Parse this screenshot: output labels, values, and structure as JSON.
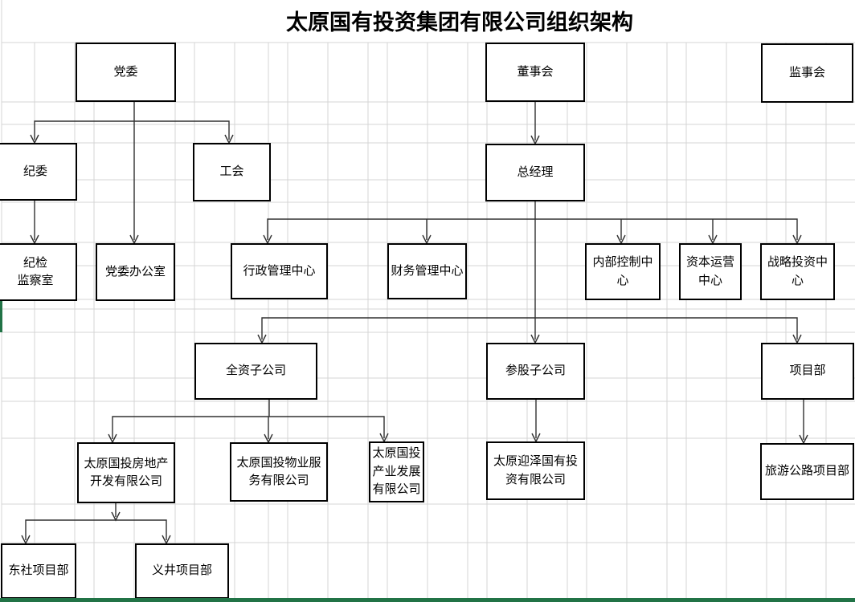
{
  "title": "太原国有投资集团有限公司组织架构",
  "ui": {
    "green_hex": "#217346",
    "gridline_hex": "#d4d4d4",
    "connector_hex": "#303030",
    "box_border_hex": "#000000"
  },
  "diagram": {
    "type": "org-chart",
    "nodes": [
      {
        "id": "dangwei",
        "label": "党委"
      },
      {
        "id": "dongshihui",
        "label": "董事会"
      },
      {
        "id": "jianshihui",
        "label": "监事会"
      },
      {
        "id": "jiwei",
        "label": "纪委"
      },
      {
        "id": "gonghui",
        "label": "工会"
      },
      {
        "id": "zongjingli",
        "label": "总经理"
      },
      {
        "id": "jijian",
        "label": "纪检\n监察室"
      },
      {
        "id": "dangweibgs",
        "label": "党委办公室"
      },
      {
        "id": "xingzheng",
        "label": "行政管理中心"
      },
      {
        "id": "caiwu",
        "label": "财务管理中心"
      },
      {
        "id": "neibu",
        "label": "内部控制中\n心"
      },
      {
        "id": "ziben",
        "label": "资本运营\n中心"
      },
      {
        "id": "zhanlve",
        "label": "战略投资中\n心"
      },
      {
        "id": "quanzi",
        "label": "全资子公司"
      },
      {
        "id": "cangu",
        "label": "参股子公司"
      },
      {
        "id": "xiangmubu",
        "label": "项目部"
      },
      {
        "id": "fangdichan",
        "label": "太原国投房地产\n开发有限公司"
      },
      {
        "id": "wuye",
        "label": "太原国投物业服\n务有限公司"
      },
      {
        "id": "chanye",
        "label": "太原国投\n产业发展\n有限公司"
      },
      {
        "id": "yingze",
        "label": "太原迎泽国有投\n资有限公司"
      },
      {
        "id": "lvyou",
        "label": "旅游公路项目部"
      },
      {
        "id": "dongshe",
        "label": "东社项目部"
      },
      {
        "id": "yijing",
        "label": "义井项目部"
      }
    ],
    "edges": [
      {
        "from": "dangwei",
        "to": "jiwei"
      },
      {
        "from": "dangwei",
        "to": "gonghui"
      },
      {
        "from": "dangwei",
        "to": "dangweibgs"
      },
      {
        "from": "jiwei",
        "to": "jijian"
      },
      {
        "from": "dongshihui",
        "to": "zongjingli"
      },
      {
        "from": "zongjingli",
        "to": "xingzheng"
      },
      {
        "from": "zongjingli",
        "to": "caiwu"
      },
      {
        "from": "zongjingli",
        "to": "neibu"
      },
      {
        "from": "zongjingli",
        "to": "ziben"
      },
      {
        "from": "zongjingli",
        "to": "zhanlve"
      },
      {
        "from": "zongjingli",
        "to": "quanzi"
      },
      {
        "from": "zongjingli",
        "to": "cangu"
      },
      {
        "from": "zongjingli",
        "to": "xiangmubu"
      },
      {
        "from": "quanzi",
        "to": "fangdichan"
      },
      {
        "from": "quanzi",
        "to": "wuye"
      },
      {
        "from": "quanzi",
        "to": "chanye"
      },
      {
        "from": "cangu",
        "to": "yingze"
      },
      {
        "from": "xiangmubu",
        "to": "lvyou"
      },
      {
        "from": "fangdichan",
        "to": "dongshe"
      },
      {
        "from": "fangdichan",
        "to": "yijing"
      }
    ]
  }
}
